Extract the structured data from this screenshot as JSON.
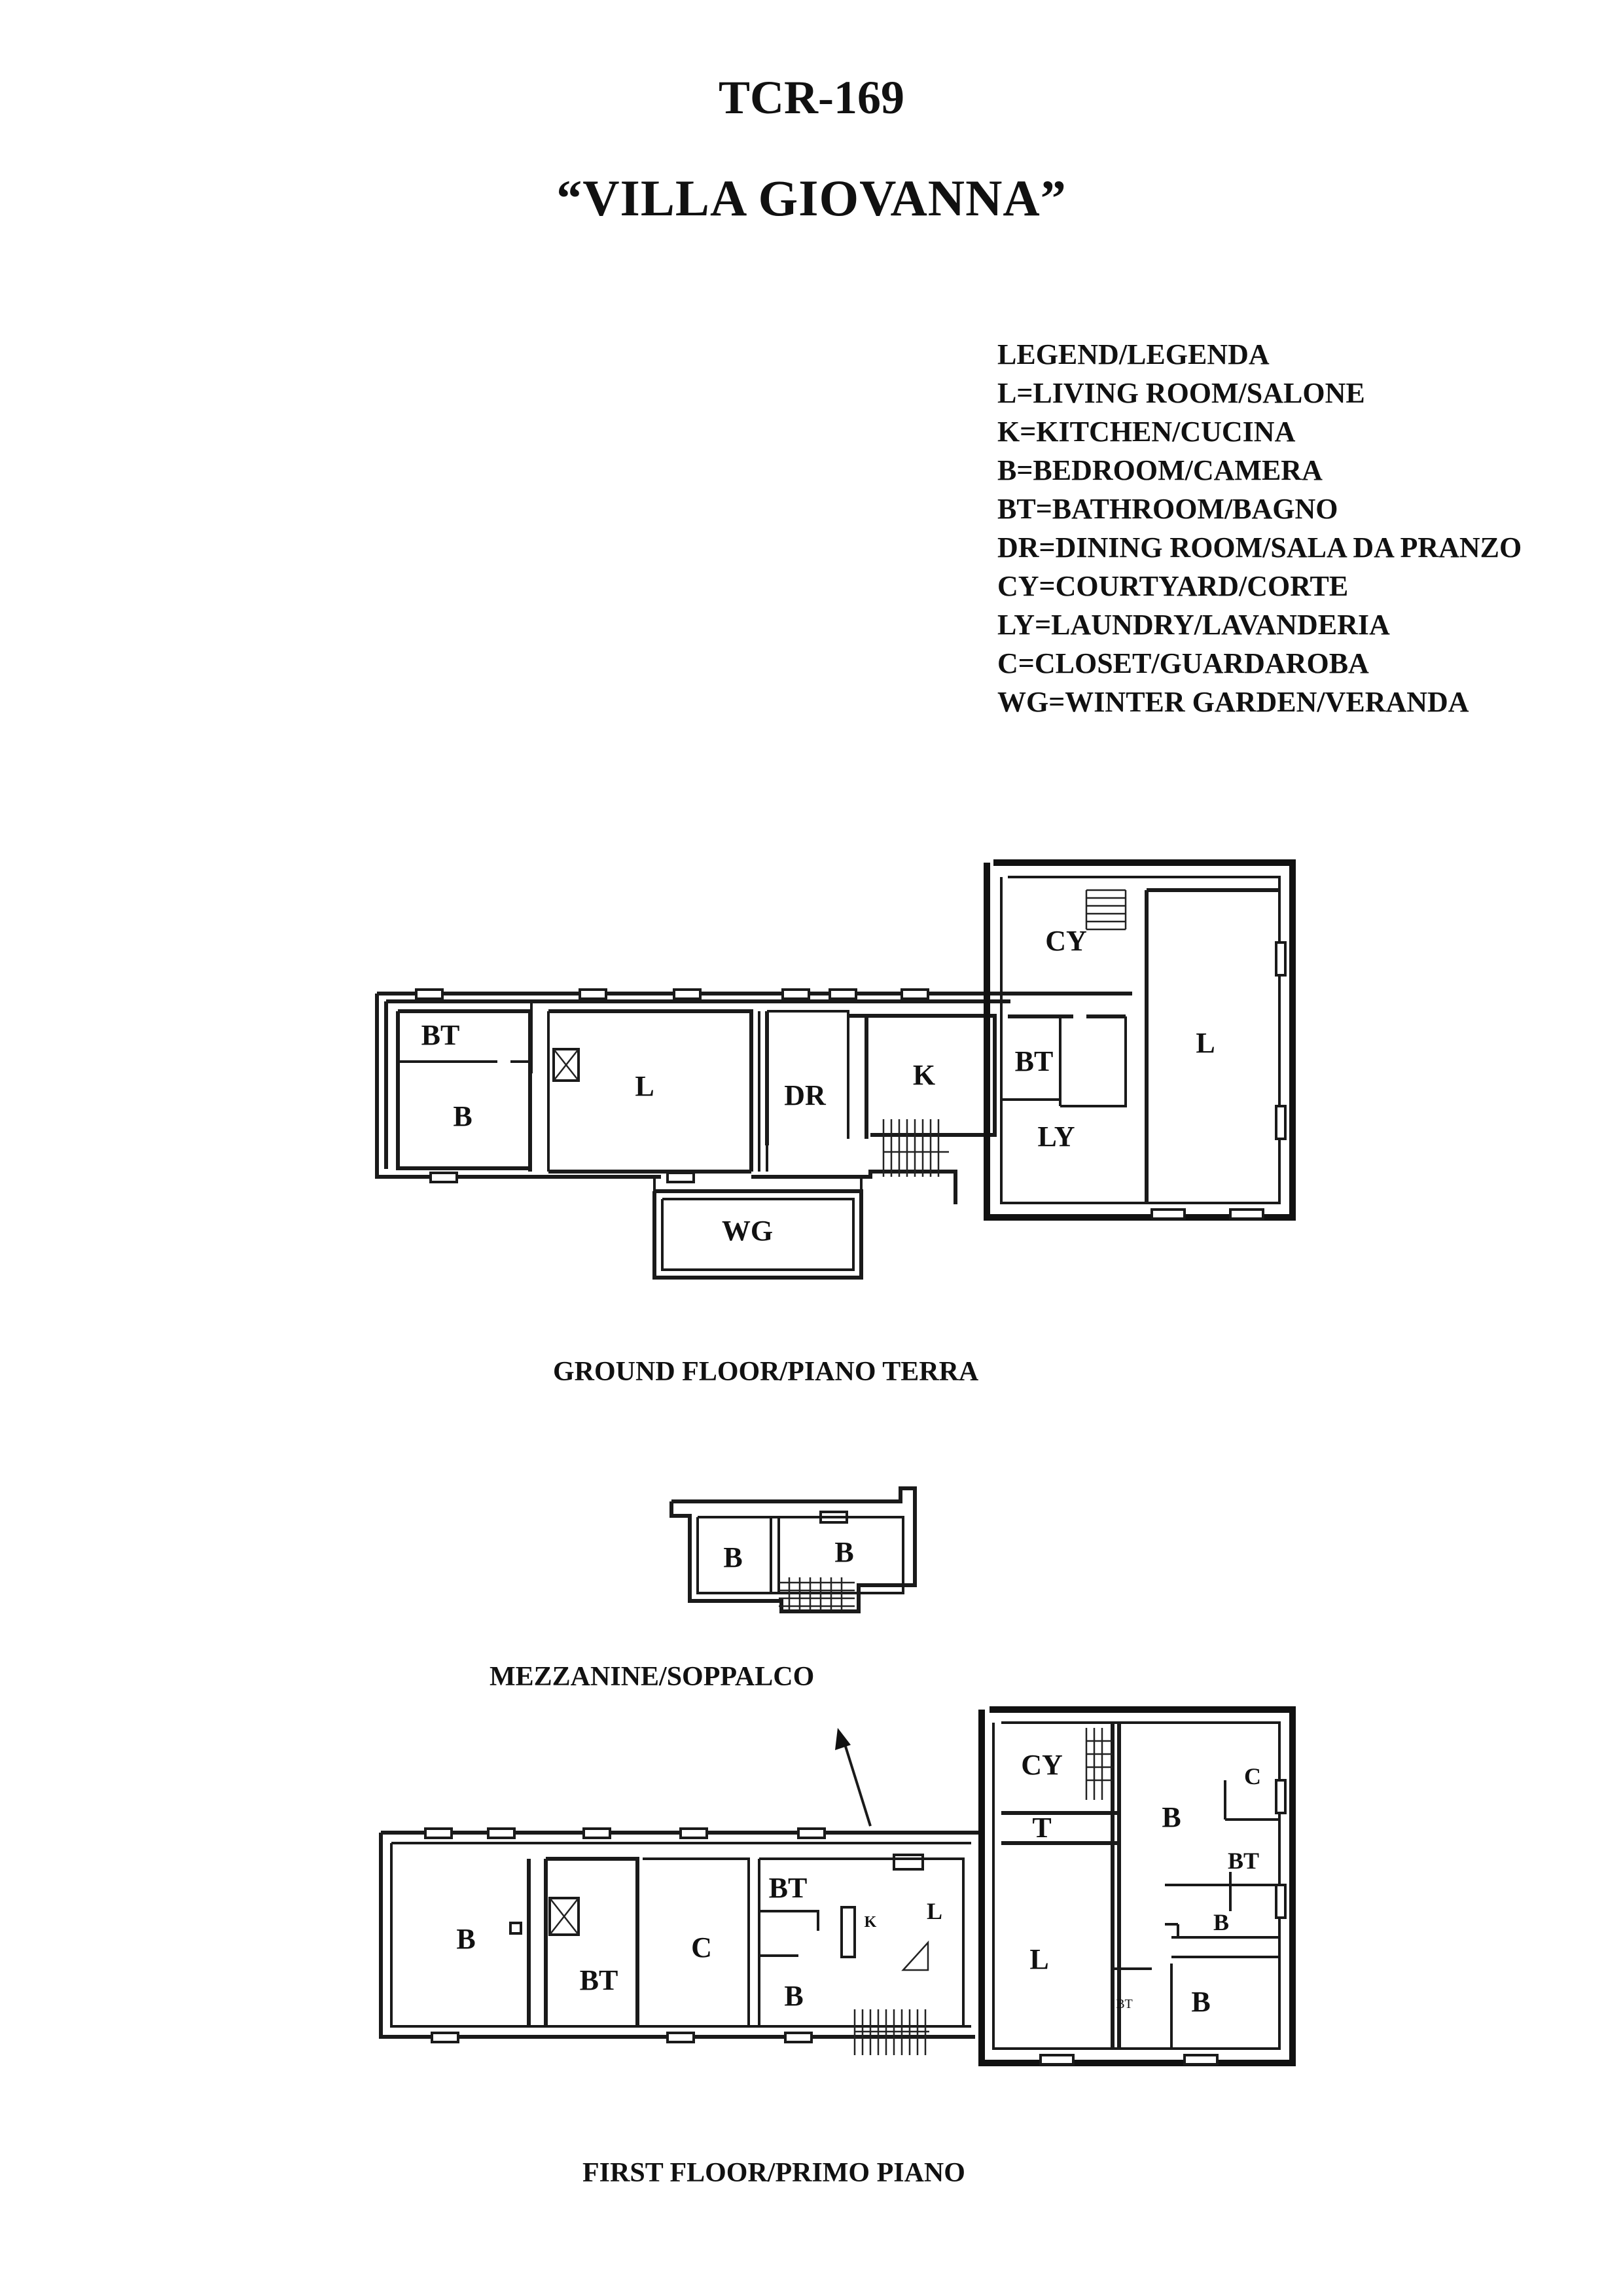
{
  "title": {
    "code": "TCR-169",
    "name": "“VILLA GIOVANNA”"
  },
  "legend": [
    "LEGEND/LEGENDA",
    "L=LIVING ROOM/SALONE",
    "K=KITCHEN/CUCINA",
    "B=BEDROOM/CAMERA",
    "BT=BATHROOM/BAGNO",
    "DR=DINING ROOM/SALA DA PRANZO",
    "CY=COURTYARD/CORTE",
    "LY=LAUNDRY/LAVANDERIA",
    "C=CLOSET/GUARDAROBA",
    "WG=WINTER GARDEN/VERANDA"
  ],
  "floors": {
    "ground": {
      "caption": "GROUND FLOOR/PIANO TERRA",
      "rooms": [
        "BT",
        "B",
        "L",
        "DR",
        "K",
        "BT",
        "LY",
        "CY",
        "L",
        "WG"
      ]
    },
    "mezzanine": {
      "caption": "MEZZANINE/SOPPALCO",
      "rooms": [
        "B",
        "B"
      ]
    },
    "first": {
      "caption": "FIRST FLOOR/PRIMO PIANO",
      "rooms": [
        "B",
        "BT",
        "C",
        "BT",
        "B",
        "K",
        "L",
        "CY",
        "T",
        "L",
        "B",
        "C",
        "BT",
        "B",
        "BT",
        "B"
      ]
    }
  }
}
